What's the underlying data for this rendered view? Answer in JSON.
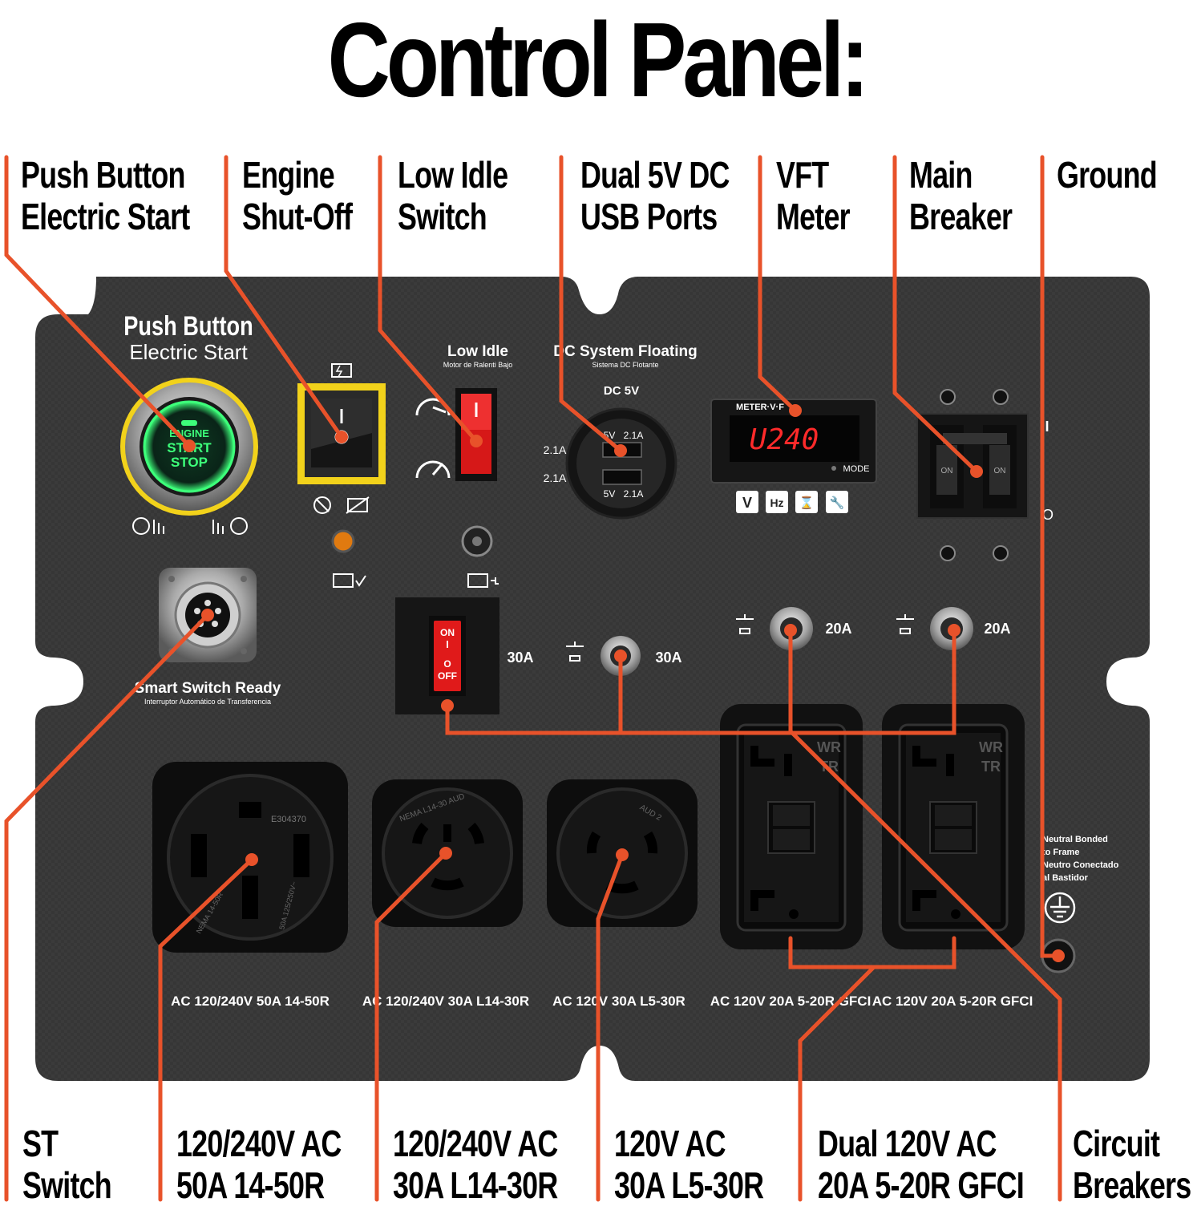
{
  "title": "Control Panel:",
  "top_callouts": [
    {
      "line1": "Push Button",
      "line2": "Electric Start"
    },
    {
      "line1": "Engine",
      "line2": "Shut-Off"
    },
    {
      "line1": "Low Idle",
      "line2": "Switch"
    },
    {
      "line1": "Dual 5V DC",
      "line2": "USB Ports"
    },
    {
      "line1": "VFT",
      "line2": "Meter"
    },
    {
      "line1": "Main",
      "line2": "Breaker"
    },
    {
      "line1": "Ground",
      "line2": ""
    }
  ],
  "bottom_callouts": [
    {
      "line1": "ST",
      "line2": "Switch"
    },
    {
      "line1": "120/240V AC",
      "line2": "50A 14-50R"
    },
    {
      "line1": "120/240V AC",
      "line2": "30A L14-30R"
    },
    {
      "line1": "120V AC",
      "line2": "30A L5-30R"
    },
    {
      "line1": "Dual 120V AC",
      "line2": "20A 5-20R GFCI"
    },
    {
      "line1": "Circuit",
      "line2": "Breakers"
    }
  ],
  "panel": {
    "push_button_title": "Push Button",
    "push_button_subtitle": "Electric Start",
    "engine_button": {
      "line1": "ENGINE",
      "line2": "START",
      "line3": "STOP"
    },
    "low_idle_title": "Low Idle",
    "low_idle_subtitle": "Motor de Ralenti Bajo",
    "dc_title": "DC System Floating",
    "dc_subtitle": "Sistema DC Flotante",
    "dc_voltage": "DC 5V",
    "usb_top_left": "5V",
    "usb_top_right": "2.1A",
    "usb_bottom_left": "5V",
    "usb_bottom_right": "2.1A",
    "usb_side_1": "2.1A",
    "usb_side_2": "2.1A",
    "meter_label": "METER·V·F",
    "meter_reading": "U240",
    "meter_mode": "MODE",
    "meter_buttons": [
      "V",
      "Hz",
      "⌛",
      "🔧"
    ],
    "smart_switch_title": "Smart Switch Ready",
    "smart_switch_subtitle": "Interruptor Automático de Transferencia",
    "rocker_on": "ON",
    "rocker_off": "OFF",
    "rocker_i": "I",
    "rocker_o": "O",
    "amp_30a_1": "30A",
    "amp_30a_2": "30A",
    "amp_20a_1": "20A",
    "amp_20a_2": "20A",
    "breaker_mark_on": "I",
    "breaker_mark_off": "O",
    "breaker_on_1": "ON",
    "breaker_on_2": "ON",
    "outlet_1_code": "E304370",
    "outlet_1_text": "NEMA 14-50R",
    "outlet_1_rating": "50A 125/250V~",
    "outlet_2_text": "NEMA L14-30 AUD",
    "outlet_3_text": "AUD 2",
    "gfci_wr": "WR",
    "gfci_tr": "TR",
    "neutral_bonded": [
      "Neutral Bonded",
      "to Frame",
      "Neutro Conectado",
      "al Bastidor"
    ],
    "outlet_labels": [
      "AC 120/240V 50A 14-50R",
      "AC 120/240V 30A L14-30R",
      "AC 120V 30A L5-30R",
      "AC 120V 20A 5-20R GFCI",
      "AC 120V 20A 5-20R GFCI"
    ]
  },
  "colors": {
    "callout_line": "#e8522a",
    "panel": "#3a3a3a",
    "panel_dark": "#1c1c1c",
    "accent_green": "#3dff7a",
    "accent_yellow": "#f2d21b",
    "accent_red": "#e01a1a",
    "text_white": "#ffffff"
  }
}
